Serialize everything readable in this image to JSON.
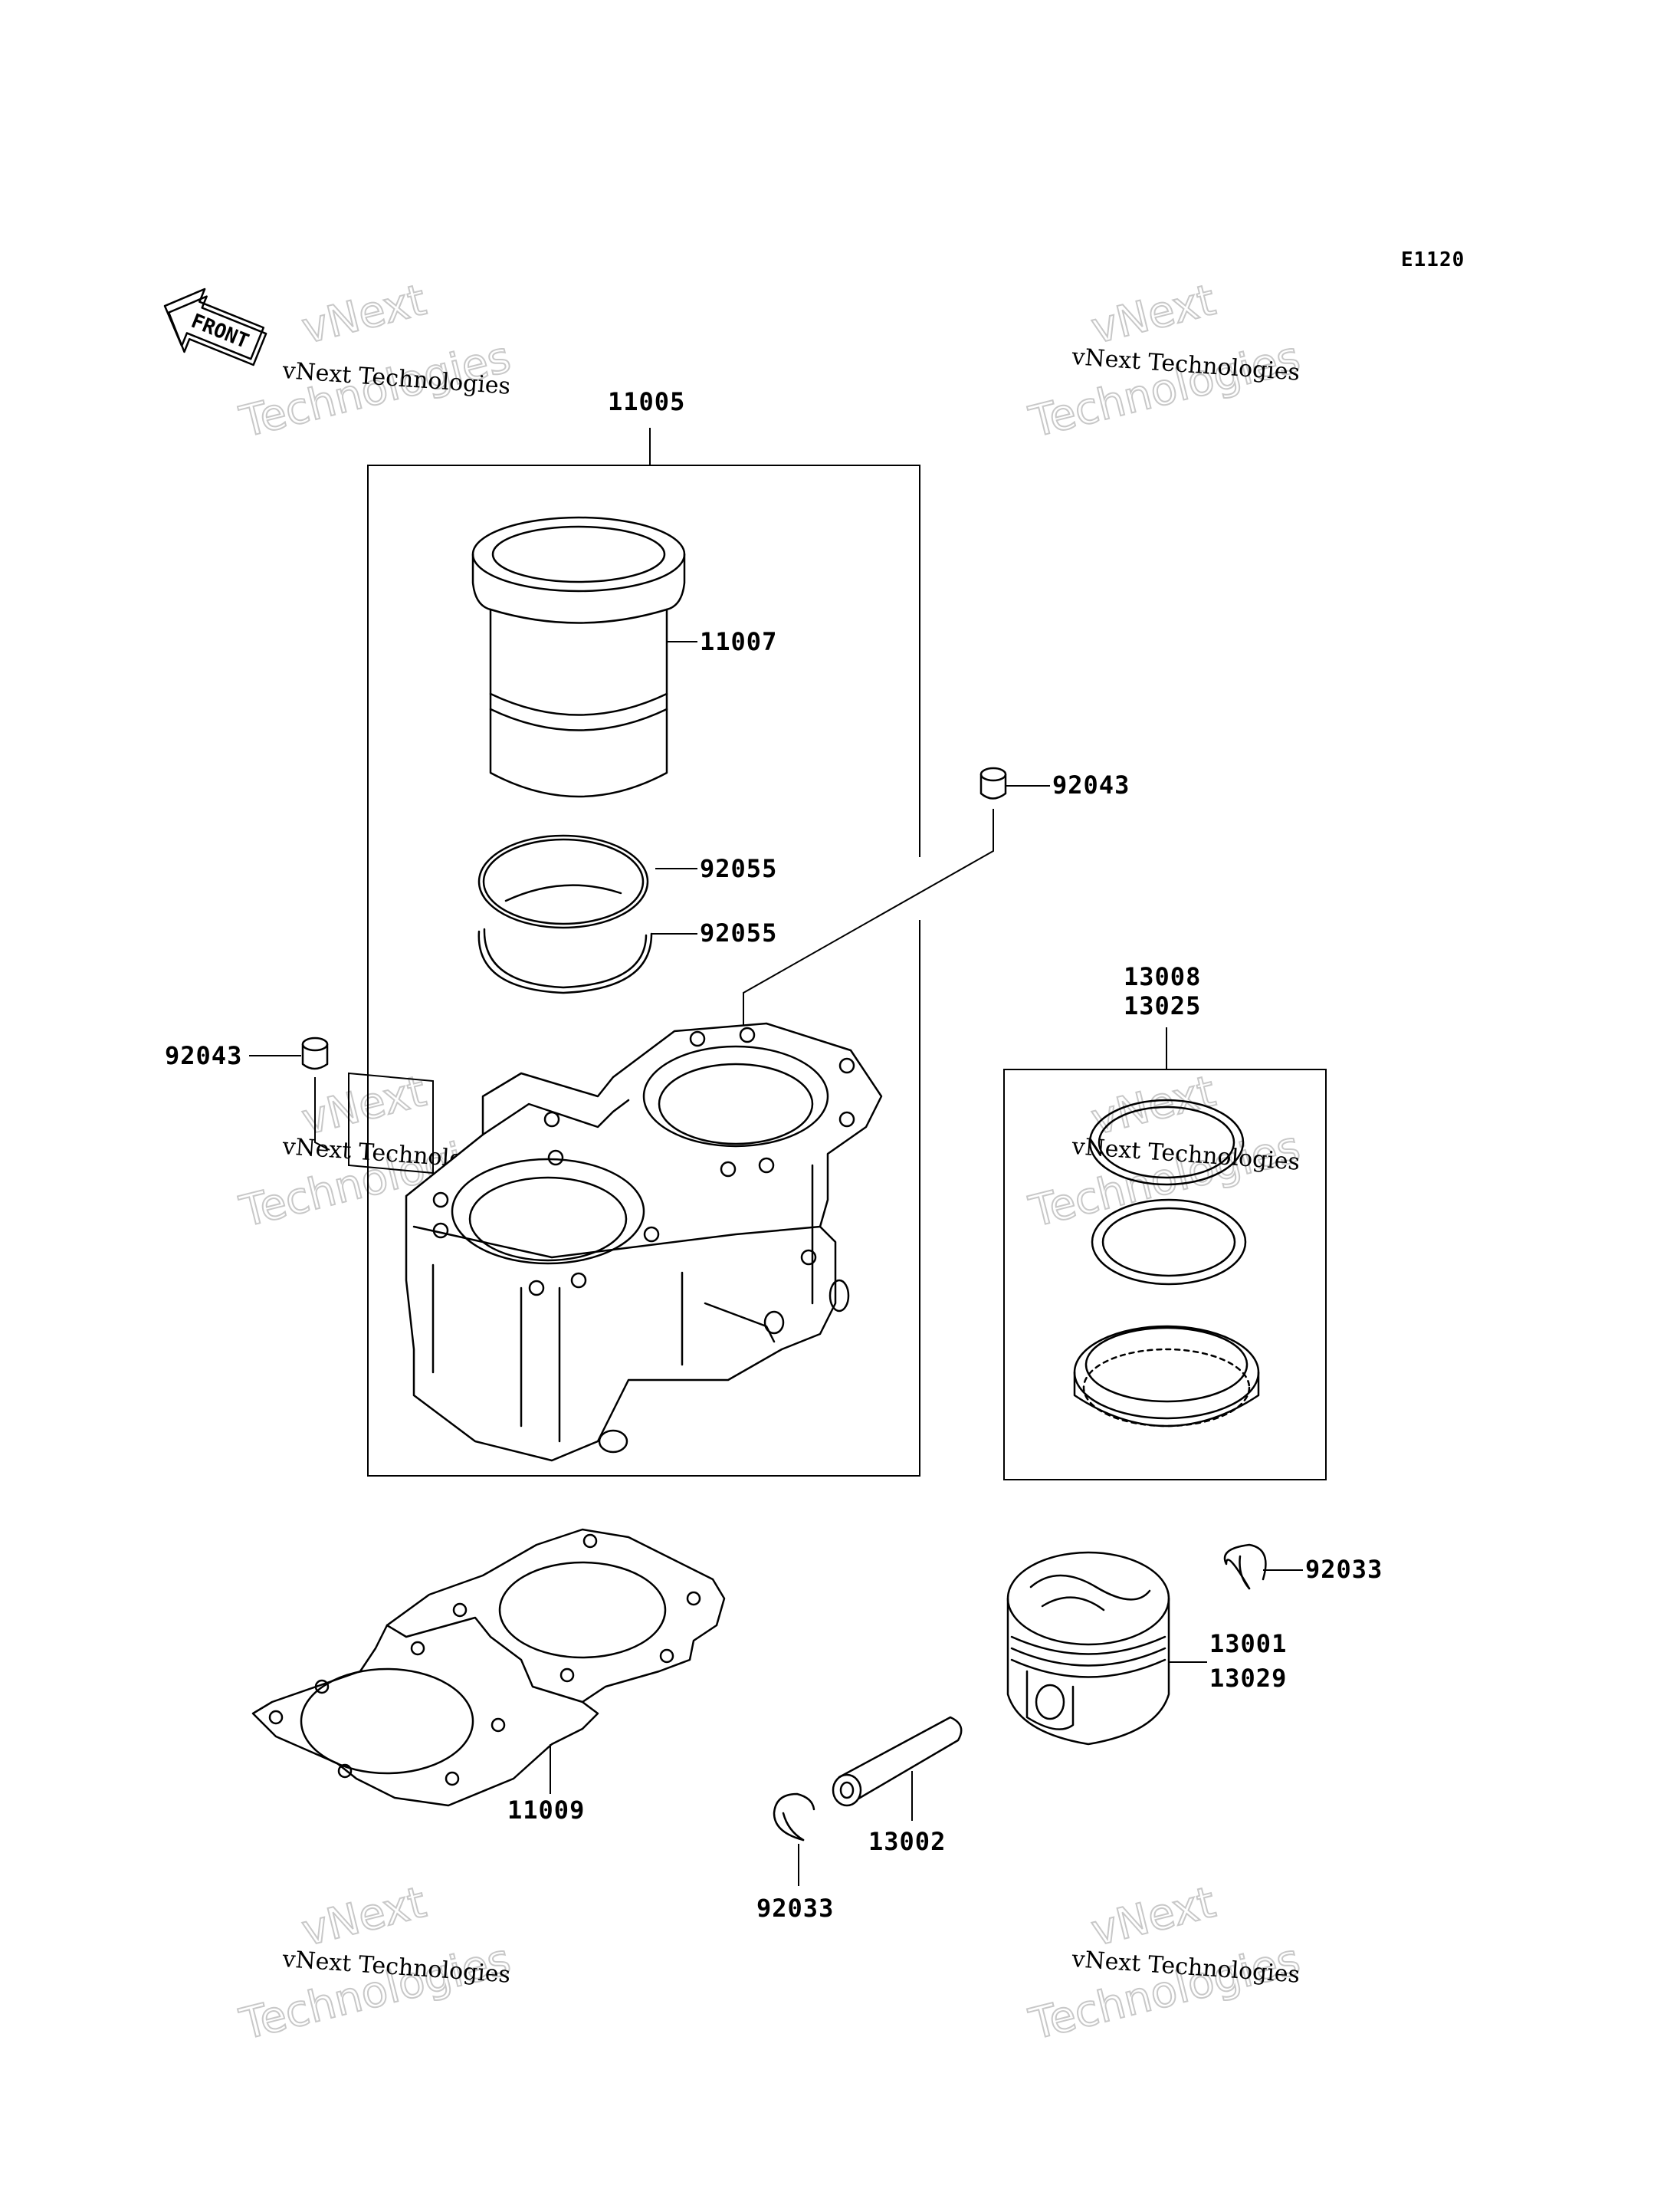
{
  "diagram_code": "E1120",
  "front_label": "FRONT",
  "watermark": {
    "line1": "vNext Technologies",
    "big_a": "vNext",
    "big_b": "Technologies"
  },
  "parts": {
    "cylinder_assy": "11005",
    "sleeve": "11007",
    "oring_upper": "92055",
    "oring_lower": "92055",
    "dowel_right": "92043",
    "dowel_left": "92043",
    "ring_set_std": "13008",
    "ring_set_alt": "13025",
    "gasket": "11009",
    "circlip_upper": "92033",
    "piston_std": "13001",
    "piston_alt": "13029",
    "piston_pin": "13002",
    "circlip_lower": "92033"
  }
}
